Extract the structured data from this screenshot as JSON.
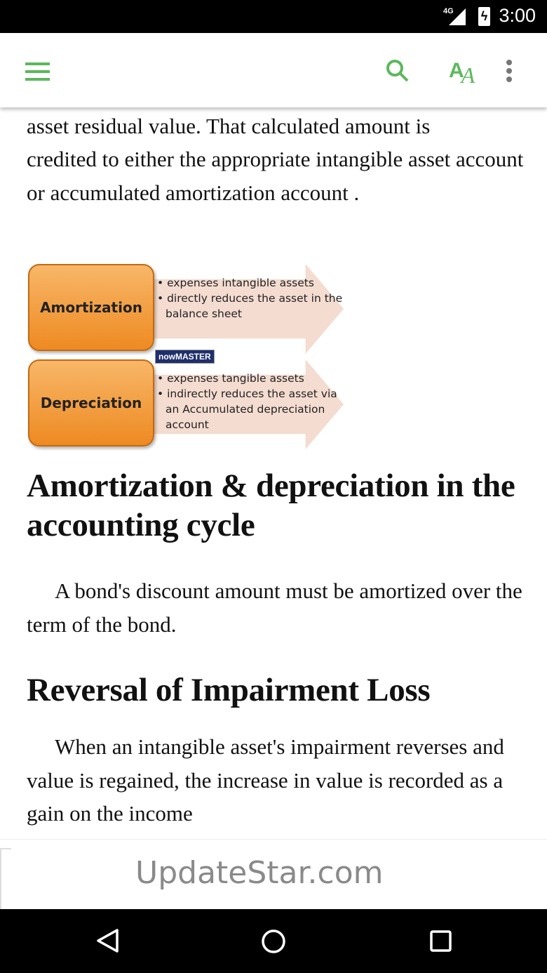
{
  "status": {
    "network": "4G",
    "time": "3:00"
  },
  "appbar": {
    "menu_icon": "hamburger-icon",
    "search_icon": "search-icon",
    "font_icon": "font-size-icon",
    "more_icon": "more-vert-icon",
    "font_icon_text_a": "A",
    "font_icon_text_b": "A"
  },
  "article": {
    "para1_cut": "asset residual value. That calculated amount is",
    "para1": "credited to either the appropriate intangible asset account or accumulated amortization account .",
    "diagram": {
      "amortization": {
        "label": "Amortization",
        "points": [
          "expenses intangible assets",
          "directly reduces the asset in the balance sheet"
        ]
      },
      "depreciation": {
        "label": "Depreciation",
        "points": [
          "expenses tangible assets",
          "indirectly reduces the asset via an Accumulated depreciation account"
        ]
      },
      "logo": "nowMASTER"
    },
    "heading1": "Amortization & depreciation in the accounting cycle",
    "para2": "A bond's discount amount must be amortized over the term of the bond.",
    "heading2": "Reversal of Impairment Loss",
    "para3": "When an intangible asset's impairment reverses and value is regained, the increase in value is recorded as a gain on the income"
  },
  "watermark": "UpdateStar.com"
}
